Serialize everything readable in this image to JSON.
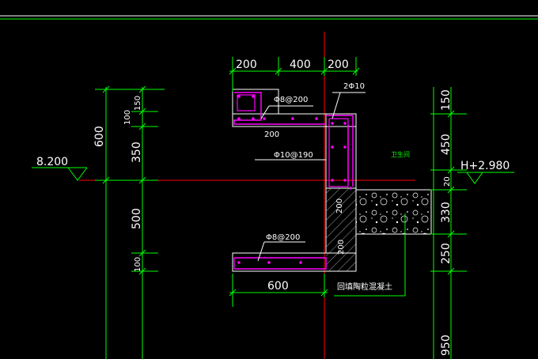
{
  "dimensions": {
    "top": [
      "200",
      "400",
      "200"
    ],
    "bottom": "600",
    "left_outer": "600",
    "left_inner": [
      "150",
      "100",
      "350",
      "500",
      "100"
    ],
    "right": [
      "150",
      "450",
      "20",
      "330",
      "250",
      "950"
    ],
    "section": [
      "200",
      "200"
    ],
    "stirrup": "200"
  },
  "labels": {
    "top_bar": "2Φ10",
    "top_slab_rebar": "Φ8@200",
    "wall_rebar": "Φ10@190",
    "bottom_slab_rebar": "Φ8@200",
    "room_name": "卫生间",
    "fill_note": "回填陶粒混凝土"
  },
  "elevations": {
    "left": "8.200",
    "right": "H+2.980"
  },
  "colors": {
    "background": "#000000",
    "dimension": "#00ff00",
    "concrete": "#ffffff",
    "rebar": "#ff00ff",
    "axis": "#ff0000",
    "text": "#ffffff"
  }
}
